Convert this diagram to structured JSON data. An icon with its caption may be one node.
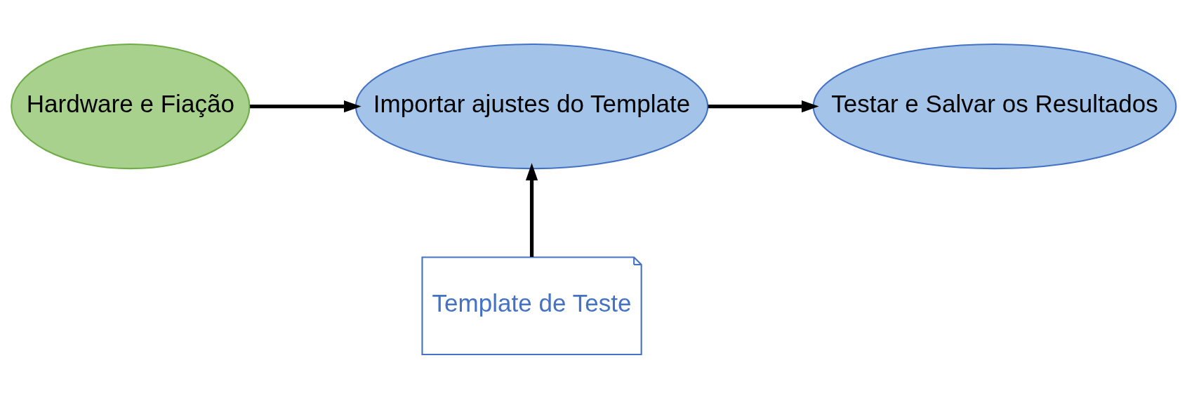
{
  "diagram": {
    "nodes": [
      {
        "text": [
          "Hardware e Fiação"
        ]
      },
      {
        "text": [
          "Importar ajustes do Template"
        ]
      },
      {
        "text": [
          "Testar e Salvar os Resultados"
        ]
      },
      {
        "text": [
          "Template de Teste"
        ]
      }
    ],
    "edges": [
      {
        "from": 0,
        "to": 1,
        "arrow": "to"
      },
      {
        "from": 1,
        "to": 2,
        "arrow": "to"
      },
      {
        "from": 3,
        "to": 1,
        "arrow": "to"
      }
    ]
  }
}
